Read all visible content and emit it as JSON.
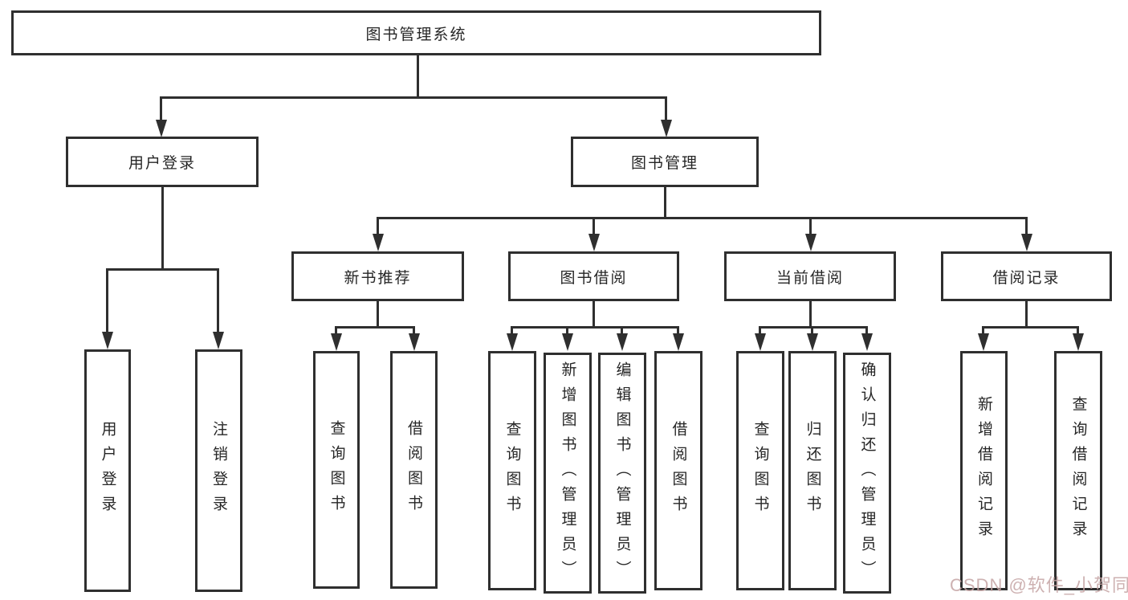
{
  "diagram": {
    "title": "图书管理系统",
    "type": "tree",
    "line_color": "#2f2f2f",
    "text_color": "#262626",
    "background": "#ffffff",
    "watermark": "CSDN @软件_小贺同学",
    "nodes": {
      "root": "图书管理系统",
      "user_login_group": "用户登录",
      "book_mgmt": "图书管理",
      "new_book_rec": "新书推荐",
      "book_borrow": "图书借阅",
      "current_borrow": "当前借阅",
      "borrow_records": "借阅记录",
      "user_login": "用户登录",
      "logout": "注销登录",
      "nb_query": "查询图书",
      "nb_borrow": "借阅图书",
      "bb_query": "查询图书",
      "bb_add": "新增图书（管理员）",
      "bb_edit": "编辑图书（管理员）",
      "bb_borrow": "借阅图书",
      "cb_query": "查询图书",
      "cb_return": "归还图书",
      "cb_confirm": "确认归还（管理员）",
      "br_add": "新增借阅记录",
      "br_query": "查询借阅记录"
    },
    "hierarchy": [
      {
        "label": "图书管理系统",
        "children": [
          {
            "label": "用户登录",
            "children": [
              {
                "label": "用户登录"
              },
              {
                "label": "注销登录"
              }
            ]
          },
          {
            "label": "图书管理",
            "children": [
              {
                "label": "新书推荐",
                "children": [
                  {
                    "label": "查询图书"
                  },
                  {
                    "label": "借阅图书"
                  }
                ]
              },
              {
                "label": "图书借阅",
                "children": [
                  {
                    "label": "查询图书"
                  },
                  {
                    "label": "新增图书（管理员）"
                  },
                  {
                    "label": "编辑图书（管理员）"
                  },
                  {
                    "label": "借阅图书"
                  }
                ]
              },
              {
                "label": "当前借阅",
                "children": [
                  {
                    "label": "查询图书"
                  },
                  {
                    "label": "归还图书"
                  },
                  {
                    "label": "确认归还（管理员）"
                  }
                ]
              },
              {
                "label": "借阅记录",
                "children": [
                  {
                    "label": "新增借阅记录"
                  },
                  {
                    "label": "查询借阅记录"
                  }
                ]
              }
            ]
          }
        ]
      }
    ]
  }
}
